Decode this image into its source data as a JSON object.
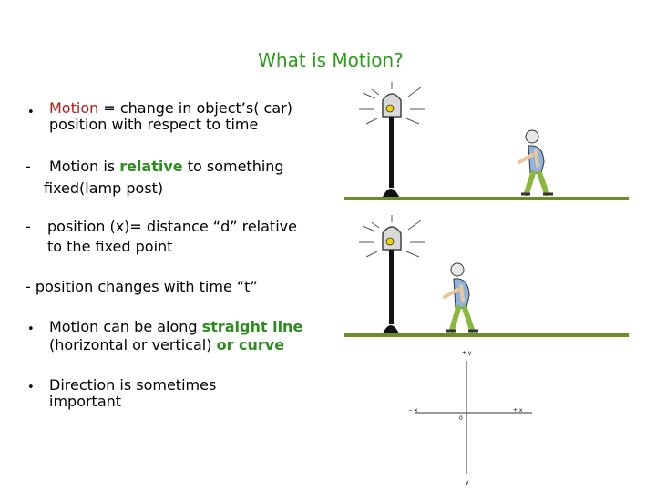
{
  "slide": {
    "title": "What is Motion?",
    "bullet1": {
      "marker": "•",
      "term": "Motion",
      "rest": " = change in object’s( car)",
      "line2": "position with respect to time"
    },
    "dash1": {
      "marker": "-",
      "prefix": "Motion is ",
      "emph": "relative",
      "suffix": " to something",
      "line2": "fixed(lamp post)"
    },
    "dash2": {
      "marker": "-",
      "line1": "position (x)= distance “d” relative",
      "line2": "to the fixed point"
    },
    "dash3": "- position changes  with time “t”",
    "bullet2": {
      "marker": "•",
      "prefix": "Motion can be along ",
      "emph1": "straight line",
      "line2_prefix": "(horizontal or vertical) ",
      "emph2": "or curve"
    },
    "bullet3": {
      "marker": "•",
      "line1": "Direction is sometimes",
      "line2": "important"
    }
  },
  "axes": {
    "plus_y": "+ y",
    "minus_x": "− x",
    "plus_x": "+ x",
    "origin": "0",
    "minus_y": "y"
  },
  "colors": {
    "title": "#2e9a1f",
    "ground": "#6b8e23",
    "motion_term": "#b31b1b",
    "emphasis": "#2e8b1f"
  }
}
